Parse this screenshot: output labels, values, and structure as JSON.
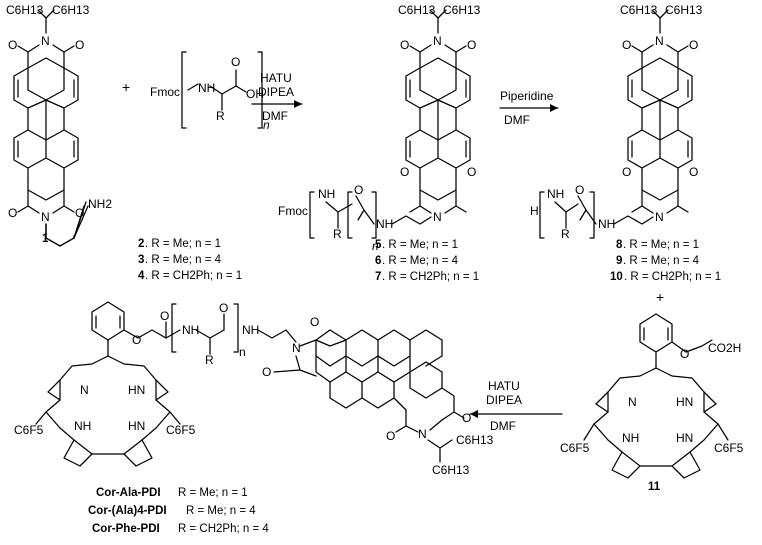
{
  "atoms": {
    "chain": "C6H13",
    "O": "O",
    "N": "N",
    "NH": "NH",
    "HN": "HN",
    "NH2": "NH2",
    "OH": "OH",
    "R": "R",
    "n": "n",
    "Fmoc": "Fmoc",
    "H": "H",
    "C6F5": "C6F5",
    "CO2H": "CO2H",
    "plus": "+"
  },
  "step1": {
    "reagents": [
      "HATU",
      "DIPEA",
      "DMF"
    ]
  },
  "step2": {
    "reagents": [
      "Piperidine",
      "DMF"
    ]
  },
  "step3": {
    "reagents": [
      "HATU",
      "DIPEA",
      "DMF"
    ]
  },
  "compound1": {
    "number": "1"
  },
  "amino_acids": [
    {
      "number": "2",
      "text": ". R = Me; n = 1"
    },
    {
      "number": "3",
      "text": ". R = Me; n = 4"
    },
    {
      "number": "4",
      "text": ". R = CH2Ph; n = 1"
    }
  ],
  "fmoc_products": [
    {
      "number": "5",
      "text": ". R = Me; n = 1"
    },
    {
      "number": "6",
      "text": ". R = Me; n = 4"
    },
    {
      "number": "7",
      "text": ". R = CH2Ph; n = 1"
    }
  ],
  "amine_products": [
    {
      "number": "8",
      "text": ". R = Me; n = 1"
    },
    {
      "number": "9",
      "text": ". R = Me; n = 4"
    },
    {
      "number": "10",
      "text": ". R = CH2Ph; n = 1"
    }
  ],
  "compound11": {
    "number": "11"
  },
  "final_products": [
    {
      "name": "Cor-Ala-PDI",
      "text": " R = Me; n = 1"
    },
    {
      "name": "Cor-(Ala)4-PDI",
      "text": " R = Me; n = 4"
    },
    {
      "name": "Cor-Phe-PDI",
      "text": " R = CH2Ph; n = 4"
    }
  ]
}
